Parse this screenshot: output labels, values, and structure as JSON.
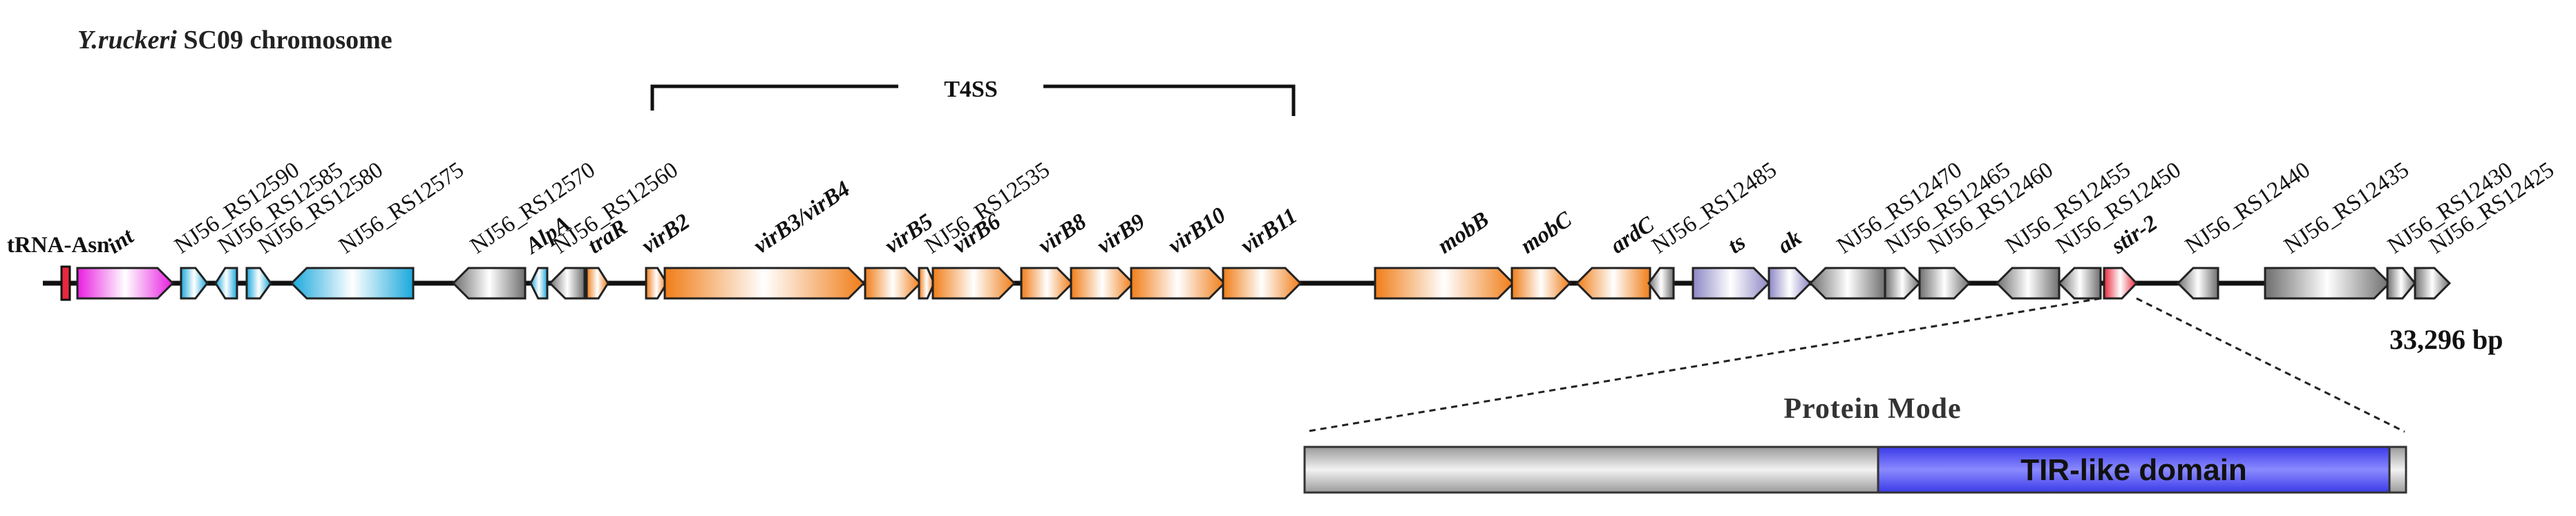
{
  "title": {
    "organism": "Y.ruckeri",
    "rest": " SC09 chromosome"
  },
  "length_label": "33,296 bp",
  "t4ss_label": "T4SS",
  "trna_label": "tRNA-Asn",
  "protein_mode": {
    "title": "Protein Mode",
    "domain_label": "TIR-like domain",
    "colors": {
      "domain": "#3a3ae8",
      "rest": "#c8c8c8"
    }
  },
  "colors": {
    "magenta": "#e81ee0",
    "cyan": "#1aa8dc",
    "gray": "#6e6e6e",
    "orange": "#f07d18",
    "purple": "#8c86c4",
    "red": "#e8283c"
  },
  "genes": [
    {
      "label": "int",
      "italic": true,
      "color": "magenta"
    },
    {
      "label": "NJ56_RS12590",
      "italic": false,
      "color": "cyan"
    },
    {
      "label": "NJ56_RS12585",
      "italic": false,
      "color": "cyan"
    },
    {
      "label": "NJ56_RS12580",
      "italic": false,
      "color": "cyan"
    },
    {
      "label": "NJ56_RS12575",
      "italic": false,
      "color": "cyan"
    },
    {
      "label": "NJ56_RS12570",
      "italic": false,
      "color": "gray"
    },
    {
      "label": "AlpA",
      "italic": true,
      "color": "cyan"
    },
    {
      "label": "NJ56_RS12560",
      "italic": false,
      "color": "gray"
    },
    {
      "label": "traR",
      "italic": true,
      "color": "orange"
    },
    {
      "label": "virB2",
      "italic": true,
      "color": "orange"
    },
    {
      "label": "virB3/virB4",
      "italic": true,
      "color": "orange"
    },
    {
      "label": "virB5",
      "italic": true,
      "color": "orange"
    },
    {
      "label": "NJ56_RS12535",
      "italic": false,
      "color": "orange"
    },
    {
      "label": "virB6",
      "italic": true,
      "color": "orange"
    },
    {
      "label": "virB8",
      "italic": true,
      "color": "orange"
    },
    {
      "label": "virB9",
      "italic": true,
      "color": "orange"
    },
    {
      "label": "virB10",
      "italic": true,
      "color": "orange"
    },
    {
      "label": "virB11",
      "italic": true,
      "color": "orange"
    },
    {
      "label": "mobB",
      "italic": true,
      "color": "orange"
    },
    {
      "label": "mobC",
      "italic": true,
      "color": "orange"
    },
    {
      "label": "ardC",
      "italic": true,
      "color": "orange"
    },
    {
      "label": "NJ56_RS12485",
      "italic": false,
      "color": "gray"
    },
    {
      "label": "ts",
      "italic": true,
      "color": "purple"
    },
    {
      "label": "ak",
      "italic": true,
      "color": "purple"
    },
    {
      "label": "NJ56_RS12470",
      "italic": false,
      "color": "gray"
    },
    {
      "label": "NJ56_RS12465",
      "italic": false,
      "color": "gray"
    },
    {
      "label": "NJ56_RS12460",
      "italic": false,
      "color": "gray"
    },
    {
      "label": "NJ56_RS12455",
      "italic": false,
      "color": "gray"
    },
    {
      "label": "NJ56_RS12450",
      "italic": false,
      "color": "gray"
    },
    {
      "label": "stir-2",
      "italic": true,
      "color": "red"
    },
    {
      "label": "NJ56_RS12440",
      "italic": false,
      "color": "gray"
    },
    {
      "label": "NJ56_RS12435",
      "italic": false,
      "color": "gray"
    },
    {
      "label": "NJ56_RS12430",
      "italic": false,
      "color": "gray"
    },
    {
      "label": "NJ56_RS12425",
      "italic": false,
      "color": "gray"
    }
  ]
}
